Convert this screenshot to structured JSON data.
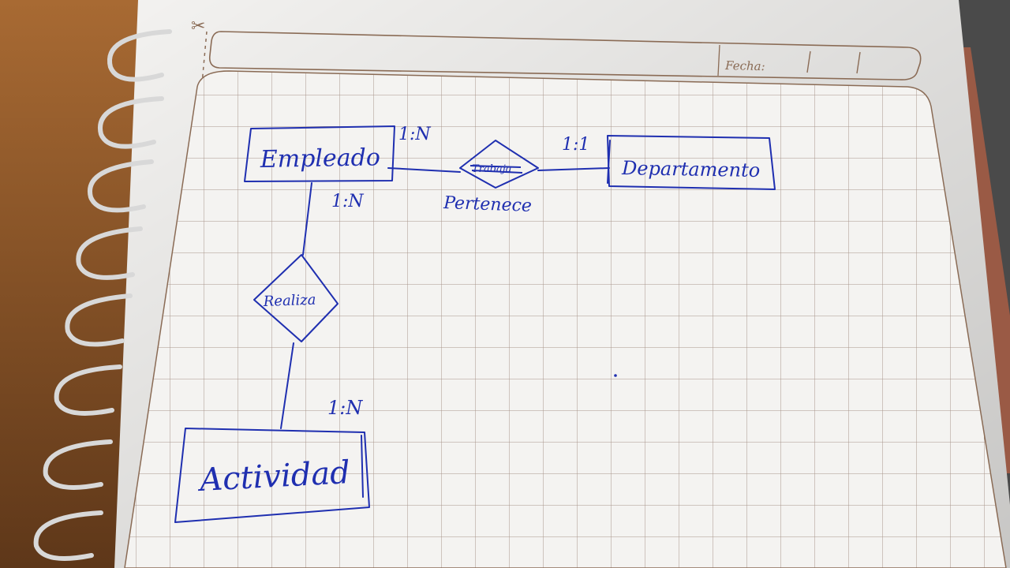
{
  "header": {
    "date_label": "Fecha:"
  },
  "diagram": {
    "entities": [
      {
        "id": "empleado",
        "label": "Empleado"
      },
      {
        "id": "departamento",
        "label": "Departamento"
      },
      {
        "id": "actividad",
        "label": "Actividad"
      }
    ],
    "relationships": [
      {
        "id": "pertenece",
        "label": "Pertenece",
        "crossed_out_label": "Trabaja",
        "connects": [
          "empleado",
          "departamento"
        ]
      },
      {
        "id": "realiza",
        "label": "Realiza",
        "connects": [
          "empleado",
          "actividad"
        ]
      }
    ],
    "cardinalities": {
      "empleado_pertenece": "1:N",
      "departamento_pertenece": "1:1",
      "empleado_realiza": "1:N",
      "actividad_realiza": "1:N"
    }
  },
  "colors": {
    "ink": "#1f2fb0",
    "grid": "#a8958a",
    "paper": "#f3f2f0",
    "desk": "#7a4a22"
  }
}
